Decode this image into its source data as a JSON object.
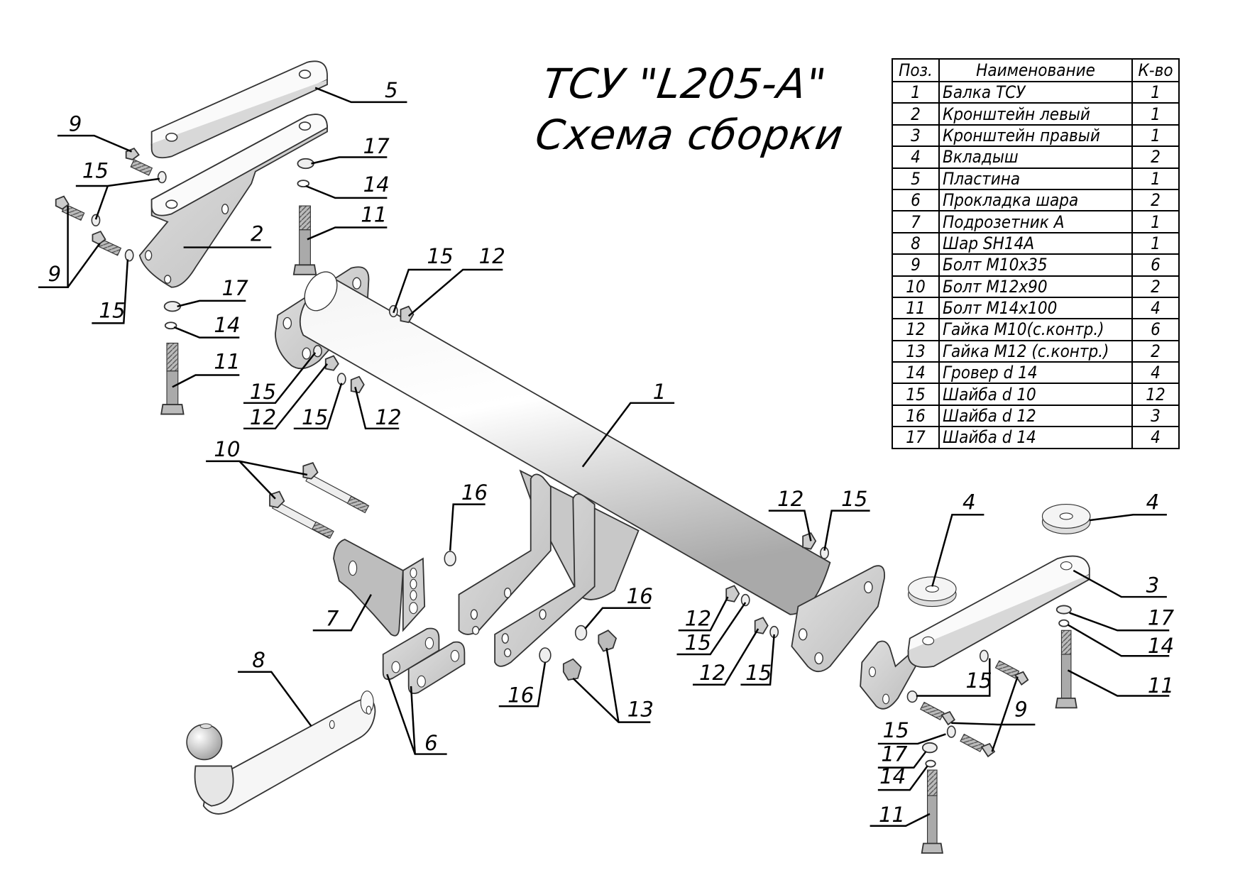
{
  "title": {
    "line1": "ТСУ \"L205-A\"",
    "line2": "Схема сборки"
  },
  "spec_table": {
    "headers": {
      "pos": "Поз.",
      "name": "Наименование",
      "qty": "К-во"
    },
    "rows": [
      {
        "pos": "1",
        "name": "Балка ТСУ",
        "qty": "1"
      },
      {
        "pos": "2",
        "name": "Кронштейн левый",
        "qty": "1"
      },
      {
        "pos": "3",
        "name": "Кронштейн правый",
        "qty": "1"
      },
      {
        "pos": "4",
        "name": "Вкладыш",
        "qty": "2"
      },
      {
        "pos": "5",
        "name": "Пластина",
        "qty": "1"
      },
      {
        "pos": "6",
        "name": "Прокладка шара",
        "qty": "2"
      },
      {
        "pos": "7",
        "name": "Подрозетник А",
        "qty": "1"
      },
      {
        "pos": "8",
        "name": "Шар SH14A",
        "qty": "1"
      },
      {
        "pos": "9",
        "name": "Болт М10х35",
        "qty": "6"
      },
      {
        "pos": "10",
        "name": "Болт М12х90",
        "qty": "2"
      },
      {
        "pos": "11",
        "name": "Болт М14х100",
        "qty": "4"
      },
      {
        "pos": "12",
        "name": "Гайка М10(с.контр.)",
        "qty": "6"
      },
      {
        "pos": "13",
        "name": "Гайка М12 (с.контр.)",
        "qty": "2"
      },
      {
        "pos": "14",
        "name": "Гровер d 14",
        "qty": "4"
      },
      {
        "pos": "15",
        "name": "Шайба d 10",
        "qty": "12"
      },
      {
        "pos": "16",
        "name": "Шайба d 12",
        "qty": "3"
      },
      {
        "pos": "17",
        "name": "Шайба d 14",
        "qty": "4"
      }
    ]
  },
  "callouts": [
    {
      "id": "c5",
      "text": "5"
    },
    {
      "id": "c9a",
      "text": "9"
    },
    {
      "id": "c15a",
      "text": "15"
    },
    {
      "id": "c9b",
      "text": "9"
    },
    {
      "id": "c15b",
      "text": "15"
    },
    {
      "id": "c2",
      "text": "2"
    },
    {
      "id": "c17a",
      "text": "17"
    },
    {
      "id": "c14a",
      "text": "14"
    },
    {
      "id": "c11a",
      "text": "11"
    },
    {
      "id": "c17b",
      "text": "17"
    },
    {
      "id": "c14b",
      "text": "14"
    },
    {
      "id": "c11b",
      "text": "11"
    },
    {
      "id": "c15c",
      "text": "15"
    },
    {
      "id": "c12a",
      "text": "12"
    },
    {
      "id": "c15d",
      "text": "15"
    },
    {
      "id": "c12b",
      "text": "12"
    },
    {
      "id": "c15e",
      "text": "15"
    },
    {
      "id": "c12c",
      "text": "12"
    },
    {
      "id": "c1",
      "text": "1"
    },
    {
      "id": "c10",
      "text": "10"
    },
    {
      "id": "c16a",
      "text": "16"
    },
    {
      "id": "c7",
      "text": "7"
    },
    {
      "id": "c8",
      "text": "8"
    },
    {
      "id": "c6",
      "text": "6"
    },
    {
      "id": "c16b",
      "text": "16"
    },
    {
      "id": "c16c",
      "text": "16"
    },
    {
      "id": "c13",
      "text": "13"
    },
    {
      "id": "c12d",
      "text": "12"
    },
    {
      "id": "c15f",
      "text": "15"
    },
    {
      "id": "c12e",
      "text": "12"
    },
    {
      "id": "c15g",
      "text": "15"
    },
    {
      "id": "c12f",
      "text": "12"
    },
    {
      "id": "c15h",
      "text": "15"
    },
    {
      "id": "c4a",
      "text": "4"
    },
    {
      "id": "c4b",
      "text": "4"
    },
    {
      "id": "c3",
      "text": "3"
    },
    {
      "id": "c17c",
      "text": "17"
    },
    {
      "id": "c14c",
      "text": "14"
    },
    {
      "id": "c11c",
      "text": "11"
    },
    {
      "id": "c15i",
      "text": "15"
    },
    {
      "id": "c9c",
      "text": "9"
    },
    {
      "id": "c15j",
      "text": "15"
    },
    {
      "id": "c17d",
      "text": "17"
    },
    {
      "id": "c14d",
      "text": "14"
    },
    {
      "id": "c11d",
      "text": "11"
    }
  ]
}
